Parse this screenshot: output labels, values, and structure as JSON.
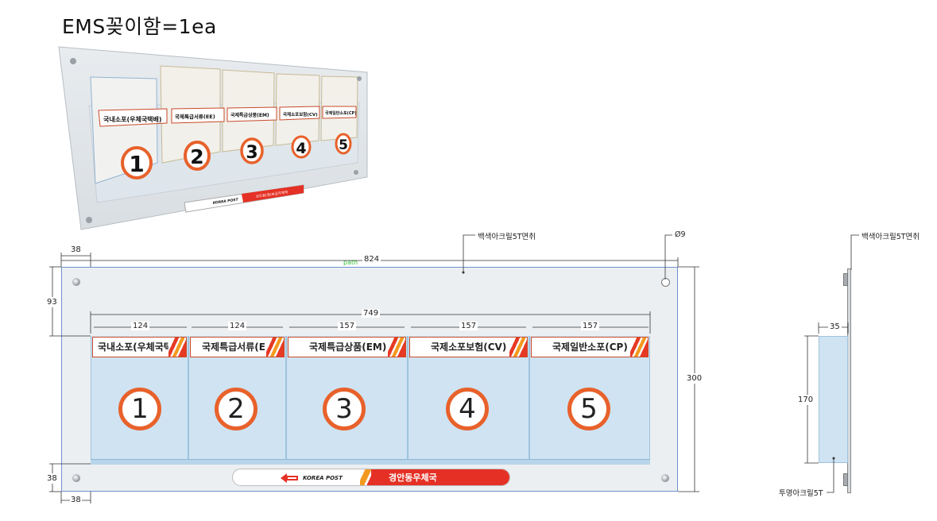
{
  "title": "EMS꽂이함=1ea",
  "photo": {
    "labels": [
      "국내소포(우체국택배)",
      "국제특급서류(EE)",
      "국제특급상품(EM)",
      "국제소포보험(CV)",
      "국제일반소포(CP)"
    ],
    "numbers": [
      "1",
      "2",
      "3",
      "4",
      "5"
    ],
    "brand": "KOREA POST",
    "office": "상도동(청)보금우체국"
  },
  "notes": {
    "front_material": "백색아크릴5T면취",
    "hole": "Ø9",
    "side_material": "백색아크릴5T면취",
    "pocket_material": "투명아크릴5T",
    "path_tag": "path"
  },
  "dimensions": {
    "left_margin_top": "38",
    "overall_width": "824",
    "top_offset": "93",
    "inner_width": "749",
    "bottom_offset": "38",
    "left_margin_bottom": "38",
    "overall_height": "300",
    "pocket_widths": [
      "124",
      "124",
      "157",
      "157",
      "157"
    ],
    "side_depth": "35",
    "side_height": "170"
  },
  "pockets": [
    {
      "label": "국내소포(우체국택배)",
      "number": "1"
    },
    {
      "label": "국제특급서류(EE)",
      "number": "2"
    },
    {
      "label": "국제특급상품(EM)",
      "number": "3"
    },
    {
      "label": "국제소포보험(CV)",
      "number": "4"
    },
    {
      "label": "국제일반소포(CP)",
      "number": "5"
    }
  ],
  "banner": {
    "brand": "KOREA POST",
    "office": "경안동우체국"
  },
  "colors": {
    "accent_red": "#e53125",
    "accent_orange": "#f39a1e",
    "circle_orange": "#e8612b",
    "pocket_blue": "#cfe3f2",
    "outline_blue": "#6f8fd0"
  }
}
